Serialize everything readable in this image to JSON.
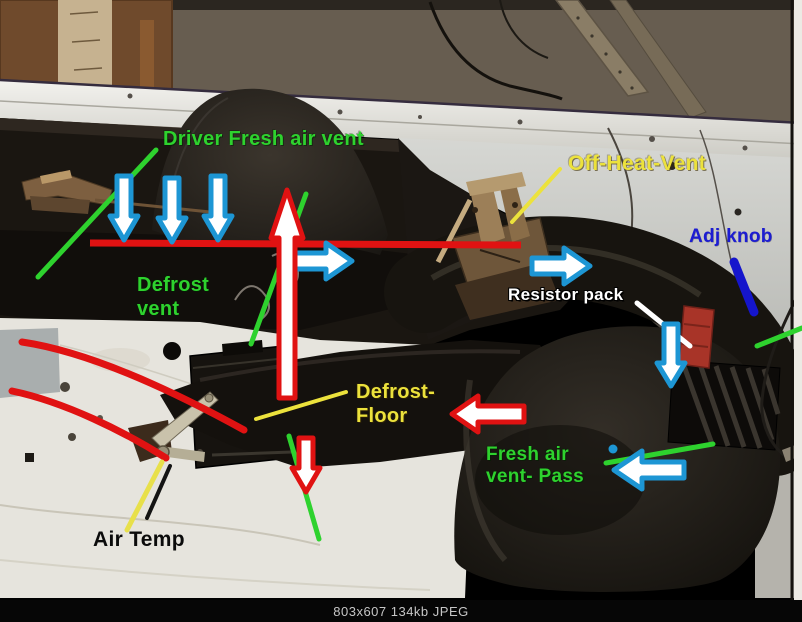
{
  "footer": {
    "caption": "803x607 134kb JPEG"
  },
  "annotations": {
    "driver_fresh_air_vent": {
      "label": "Driver Fresh air vent",
      "color": "#2ed22e"
    },
    "off_heat_vent": {
      "label": "Off-Heat-Vent",
      "color": "#ece23c"
    },
    "adj_knob": {
      "label": "Adj knob",
      "color": "#1c1cd2"
    },
    "defrost_vent": {
      "lines": [
        "Defrost",
        "vent"
      ],
      "color": "#2ed22e"
    },
    "resistor_pack": {
      "label": "Resistor pack",
      "color": "#ffffff"
    },
    "defrost_floor": {
      "lines": [
        "Defrost-",
        "Floor"
      ],
      "color": "#ece23c"
    },
    "fresh_air_vent_pass": {
      "lines": [
        "Fresh air",
        "vent- Pass"
      ],
      "color": "#2ed22e"
    },
    "air_temp": {
      "label": "Air Temp",
      "color": "#0b0b0b"
    }
  },
  "arrow_colors": {
    "blue_outline": "#1d96d4",
    "red": "#e01212",
    "green": "#2ed22e",
    "yellow": "#ece23c",
    "white": "#ffffff",
    "adj_knob_blue": "#1515cc"
  }
}
